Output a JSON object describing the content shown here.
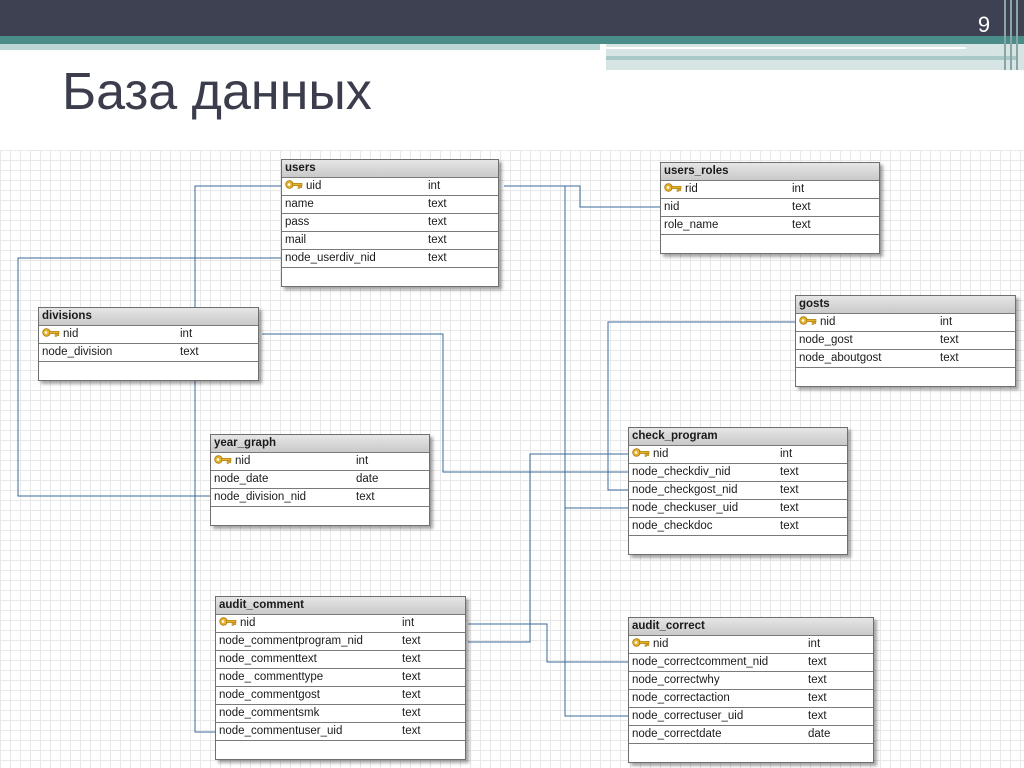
{
  "slide": {
    "number": "9",
    "title": "База данных"
  },
  "tables": {
    "users": {
      "title": "users",
      "columns": [
        {
          "name": "uid",
          "type": "int",
          "pk": true
        },
        {
          "name": "name",
          "type": "text"
        },
        {
          "name": "pass",
          "type": "text"
        },
        {
          "name": "mail",
          "type": "text"
        },
        {
          "name": "node_userdiv_nid",
          "type": "text"
        }
      ]
    },
    "users_roles": {
      "title": "users_roles",
      "columns": [
        {
          "name": "rid",
          "type": "int",
          "pk": true
        },
        {
          "name": "nid",
          "type": "text"
        },
        {
          "name": "role_name",
          "type": "text"
        }
      ]
    },
    "divisions": {
      "title": "divisions",
      "columns": [
        {
          "name": "nid",
          "type": "int",
          "pk": true
        },
        {
          "name": "node_division",
          "type": "text"
        }
      ]
    },
    "gosts": {
      "title": "gosts",
      "columns": [
        {
          "name": "nid",
          "type": "int",
          "pk": true
        },
        {
          "name": "node_gost",
          "type": "text"
        },
        {
          "name": "node_aboutgost",
          "type": "text"
        }
      ]
    },
    "year_graph": {
      "title": "year_graph",
      "columns": [
        {
          "name": "nid",
          "type": "int",
          "pk": true
        },
        {
          "name": "node_date",
          "type": "date"
        },
        {
          "name": "node_division_nid",
          "type": "text"
        }
      ]
    },
    "check_program": {
      "title": "check_program",
      "columns": [
        {
          "name": "nid",
          "type": "int",
          "pk": true
        },
        {
          "name": "node_checkdiv_nid",
          "type": "text"
        },
        {
          "name": "node_checkgost_nid",
          "type": "text"
        },
        {
          "name": "node_checkuser_uid",
          "type": "text"
        },
        {
          "name": "node_checkdoc",
          "type": "text"
        }
      ]
    },
    "audit_comment": {
      "title": "audit_comment",
      "columns": [
        {
          "name": "nid",
          "type": "int",
          "pk": true
        },
        {
          "name": "node_commentprogram_nid",
          "type": "text"
        },
        {
          "name": "node_commenttext",
          "type": "text"
        },
        {
          "name": "node_ commenttype",
          "type": "text"
        },
        {
          "name": "node_commentgost",
          "type": "text"
        },
        {
          "name": "node_commentsmk",
          "type": "text"
        },
        {
          "name": "node_commentuser_uid",
          "type": "text"
        }
      ]
    },
    "audit_correct": {
      "title": "audit_correct",
      "columns": [
        {
          "name": "nid",
          "type": "int",
          "pk": true
        },
        {
          "name": "node_correctcomment_nid",
          "type": "text"
        },
        {
          "name": "node_correctwhy",
          "type": "text"
        },
        {
          "name": "node_correctaction",
          "type": "text"
        },
        {
          "name": "node_correctuser_uid",
          "type": "text"
        },
        {
          "name": "node_correctdate",
          "type": "date"
        }
      ]
    }
  },
  "colors": {
    "header_bar": "#3e4152",
    "teal_band": "#4a8c8a",
    "connector": "#3a6a9a",
    "title_text": "#3b3d4d",
    "key_icon": "#d9a521"
  },
  "icons": {
    "primary_key": "key-icon"
  }
}
